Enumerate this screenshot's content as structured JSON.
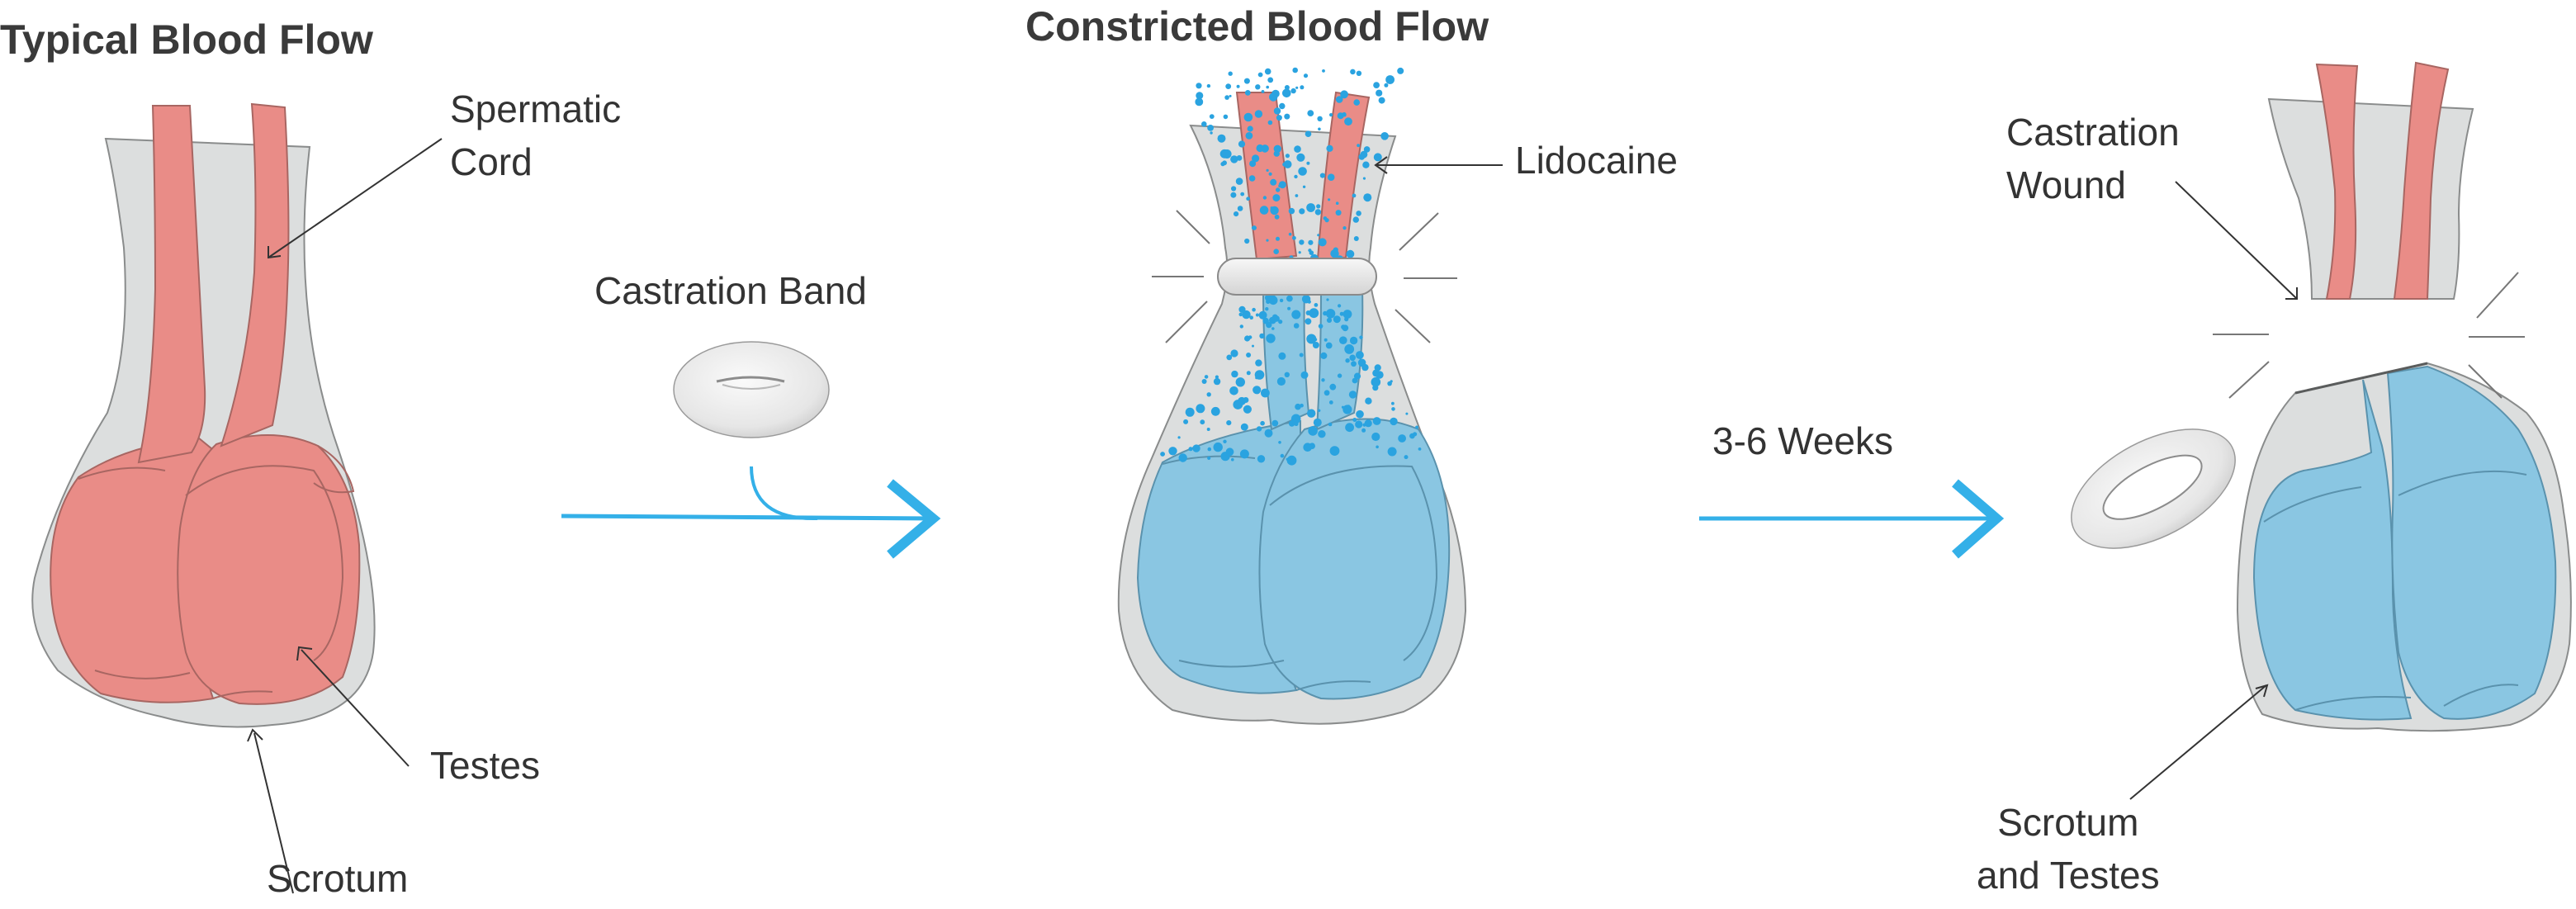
{
  "titles": {
    "typical": "Typical Blood Flow",
    "constricted": "Constricted Blood Flow"
  },
  "labels": {
    "spermatic_cord": "Spermatic\nCord",
    "testes": "Testes",
    "scrotum": "Scrotum",
    "castration_band": "Castration Band",
    "lidocaine": "Lidocaine",
    "weeks": "3-6 Weeks",
    "castration_wound": "Castration\nWound",
    "scrotum_and_testes": "Scrotum\nand Testes"
  },
  "colors": {
    "skin": "#dcdede",
    "skin_stroke": "#8a8c8c",
    "flesh": "#e98c87",
    "flesh_stroke": "#a86662",
    "numb": "#8ac6e2",
    "numb_stroke": "#5a92ad",
    "arrow": "#34b0e8",
    "dots": "#2aa3e0",
    "band": "#ebebeb",
    "text": "#333333"
  }
}
